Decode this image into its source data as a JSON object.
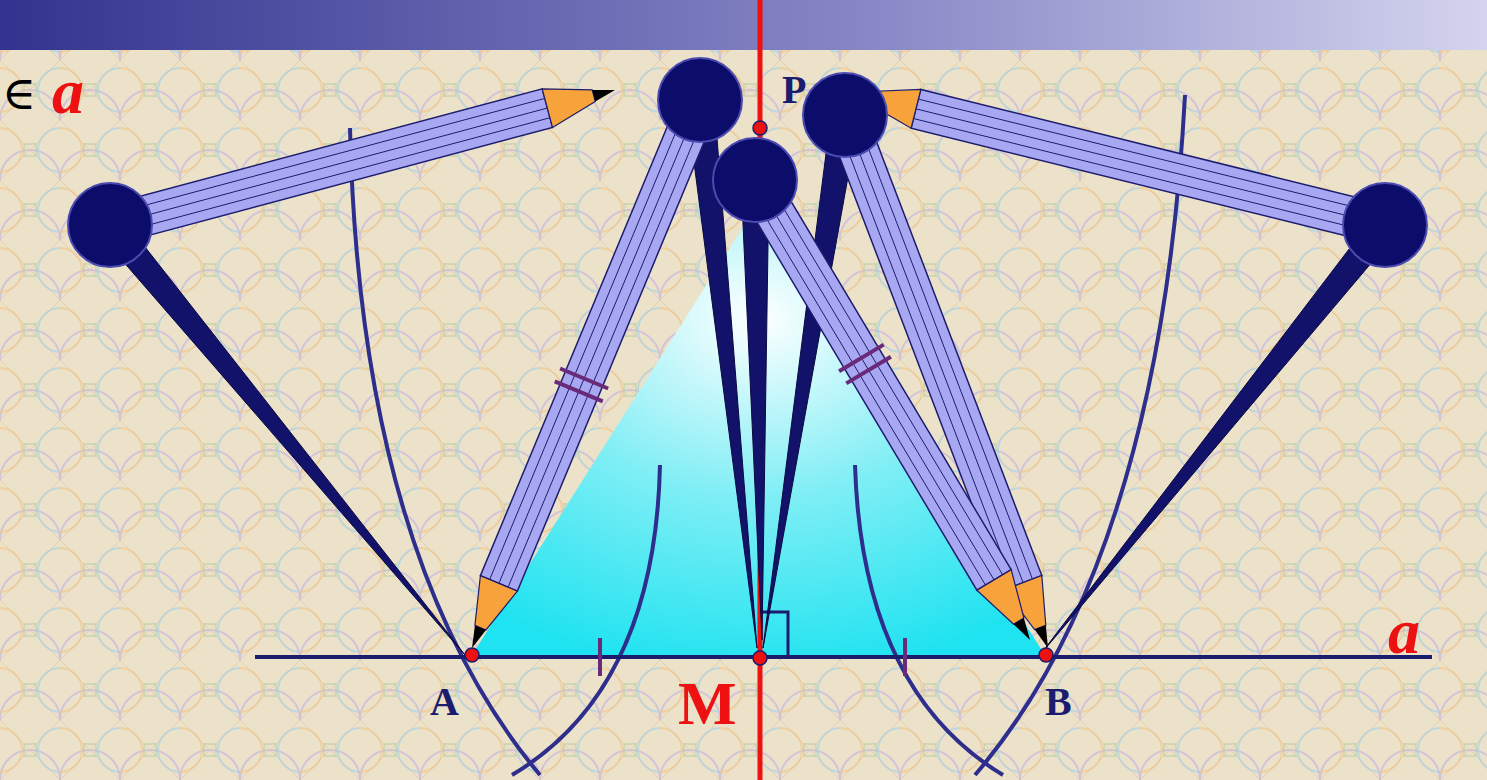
{
  "diagram": {
    "labels": [
      "∈",
      "a",
      "P",
      "A",
      "M",
      "B",
      "a"
    ]
  }
}
